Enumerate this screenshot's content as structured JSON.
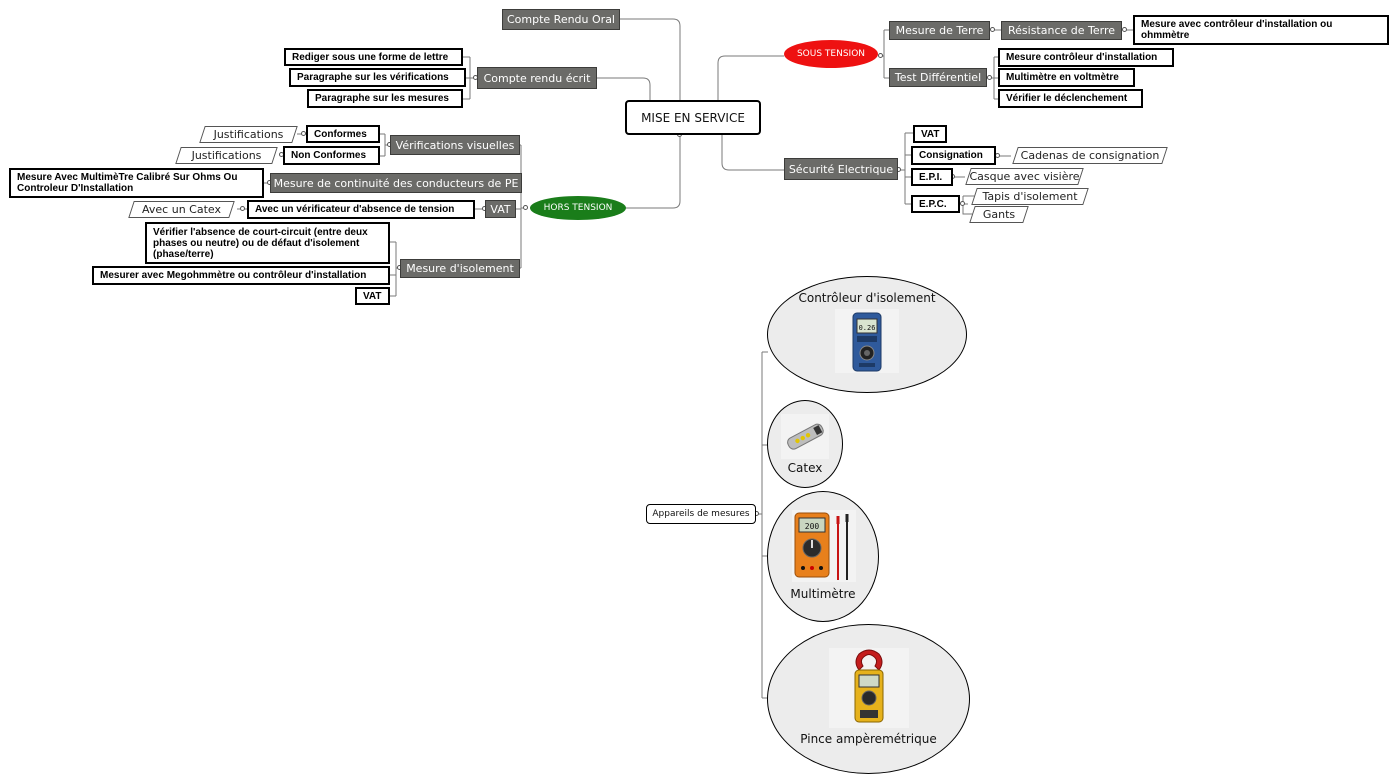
{
  "center": {
    "label": "MISE EN SERVICE"
  },
  "top_left": {
    "oral": "Compte Rendu Oral",
    "ecrit": "Compte rendu écrit",
    "ecrit_children": [
      "Rediger sous une forme de lettre",
      "Paragraphe sur les vérifications",
      "Paragraphe sur les mesures"
    ]
  },
  "hors_tension": {
    "label": "HORS TENSION",
    "color": "#1a7d1a",
    "verif_visuelles": {
      "label": "Vérifications visuelles",
      "conformes": "Conformes",
      "non_conformes": "Non Conformes",
      "justif_1": "Justifications",
      "justif_2": "Justifications"
    },
    "continuite": {
      "label": "Mesure de continuité des conducteurs de PE",
      "child": "Mesure Avec MultimèTre Calibré Sur Ohms Ou Controleur D'Installation"
    },
    "vat": {
      "label": "VAT",
      "child": "Avec un vérificateur d'absence de tension",
      "catex": "Avec un Catex"
    },
    "isolement": {
      "label": "Mesure d'isolement",
      "children": [
        "Vérifier l'absence de court-circuit (entre deux phases ou neutre) ou de défaut d'isolement (phase/terre)",
        "Mesurer avec Megohmmètre ou contrôleur d'installation",
        "VAT"
      ]
    }
  },
  "sous_tension": {
    "label": "SOUS TENSION",
    "color": "#ee1111",
    "terre": {
      "label": "Mesure de Terre",
      "resistance": "Résistance de Terre",
      "resistance_child": "Mesure avec contrôleur d'installation ou ohmmètre"
    },
    "differentiel": {
      "label": "Test Différentiel",
      "children": [
        "Mesure contrôleur d'installation",
        "Multimètre en voltmètre",
        "Vérifier le déclenchement"
      ]
    }
  },
  "securite": {
    "label": "Sécurité Electrique",
    "vat": "VAT",
    "consignation": "Consignation",
    "cadenas": "Cadenas de consignation",
    "epi": "E.P.I.",
    "casque": "Casque avec visière",
    "epc": "E.P.C.",
    "tapis": "Tapis d'isolement",
    "gants": "Gants"
  },
  "appareils": {
    "label": "Appareils de mesures",
    "items": [
      {
        "name": "Contrôleur d'isolement",
        "icon": "insulation-tester-icon"
      },
      {
        "name": "Catex",
        "icon": "voltage-tester-icon"
      },
      {
        "name": "Multimètre",
        "icon": "multimeter-icon"
      },
      {
        "name": "Pince ampèremétrique",
        "icon": "clamp-meter-icon"
      }
    ]
  }
}
